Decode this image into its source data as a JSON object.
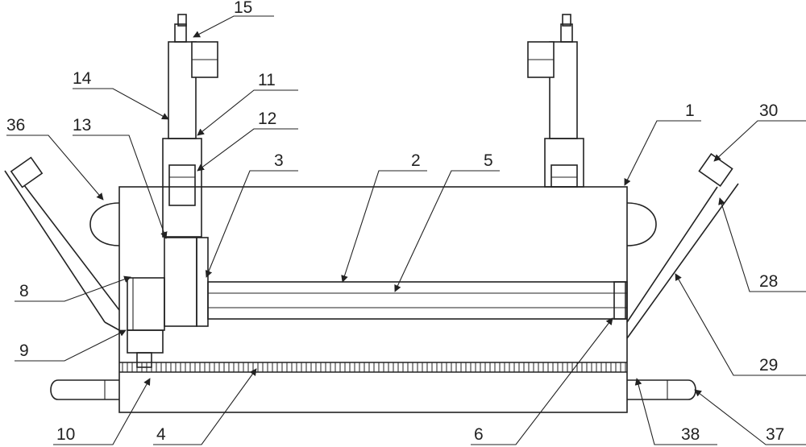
{
  "diagram": {
    "labels": [
      "15",
      "14",
      "11",
      "12",
      "13",
      "36",
      "3",
      "2",
      "5",
      "1",
      "30",
      "28",
      "29",
      "8",
      "9",
      "10",
      "4",
      "6",
      "38",
      "37"
    ]
  },
  "colors": {
    "ink": "#222222",
    "background": "#ffffff"
  }
}
